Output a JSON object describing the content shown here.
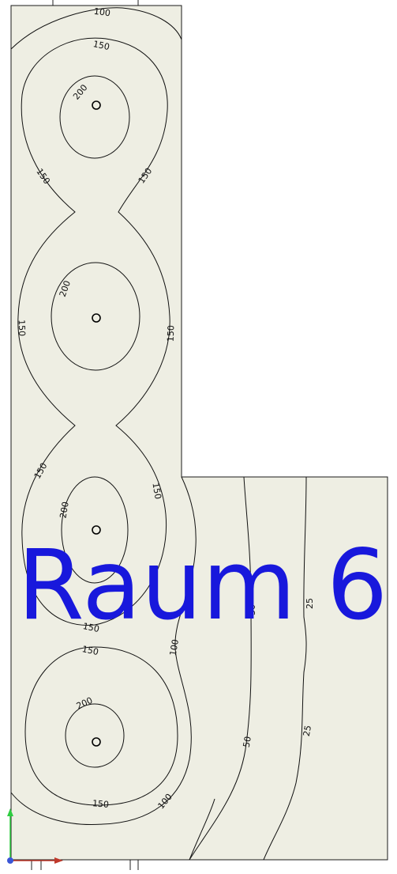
{
  "room": {
    "name": "Raum 6"
  },
  "isolines": {
    "values": [
      "100",
      "150",
      "200",
      "50",
      "25"
    ]
  },
  "luminaires": {
    "count": 4
  },
  "axes": {
    "x_color": "#c0392b",
    "y_color": "#2ecc40",
    "origin_color": "#3b56d6"
  },
  "colors": {
    "floor": "#eeeee3",
    "room_label": "#1818dc"
  }
}
